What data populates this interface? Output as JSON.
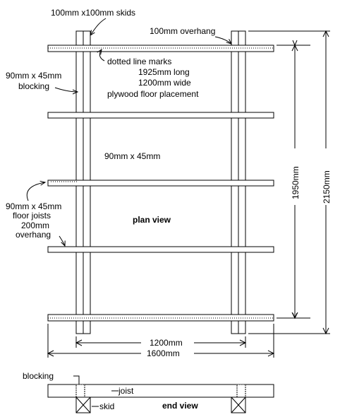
{
  "labels": {
    "skids": "100mm x100mm  skids",
    "overhang_top": "100mm  overhang",
    "dotted_line": "dotted line marks",
    "long": "1925mm  long",
    "wide": "1200mm  wide",
    "plywood": "plywood floor placement",
    "blocking_size": "90mm x 45mm",
    "blocking_word": "blocking",
    "center_size": "90mm x 45mm",
    "joists_size": "90mm x 45mm",
    "joists_word": "floor joists",
    "joist_overhang_size": "200mm",
    "joist_overhang_word": "overhang",
    "plan_view": "plan view",
    "dim_1950": "1950mm",
    "dim_2150": "2150mm",
    "dim_1200": "1200mm",
    "dim_1600": "1600mm",
    "end_blocking": "blocking",
    "end_joist": "joist",
    "end_skid": "skid",
    "end_view": "end view"
  }
}
